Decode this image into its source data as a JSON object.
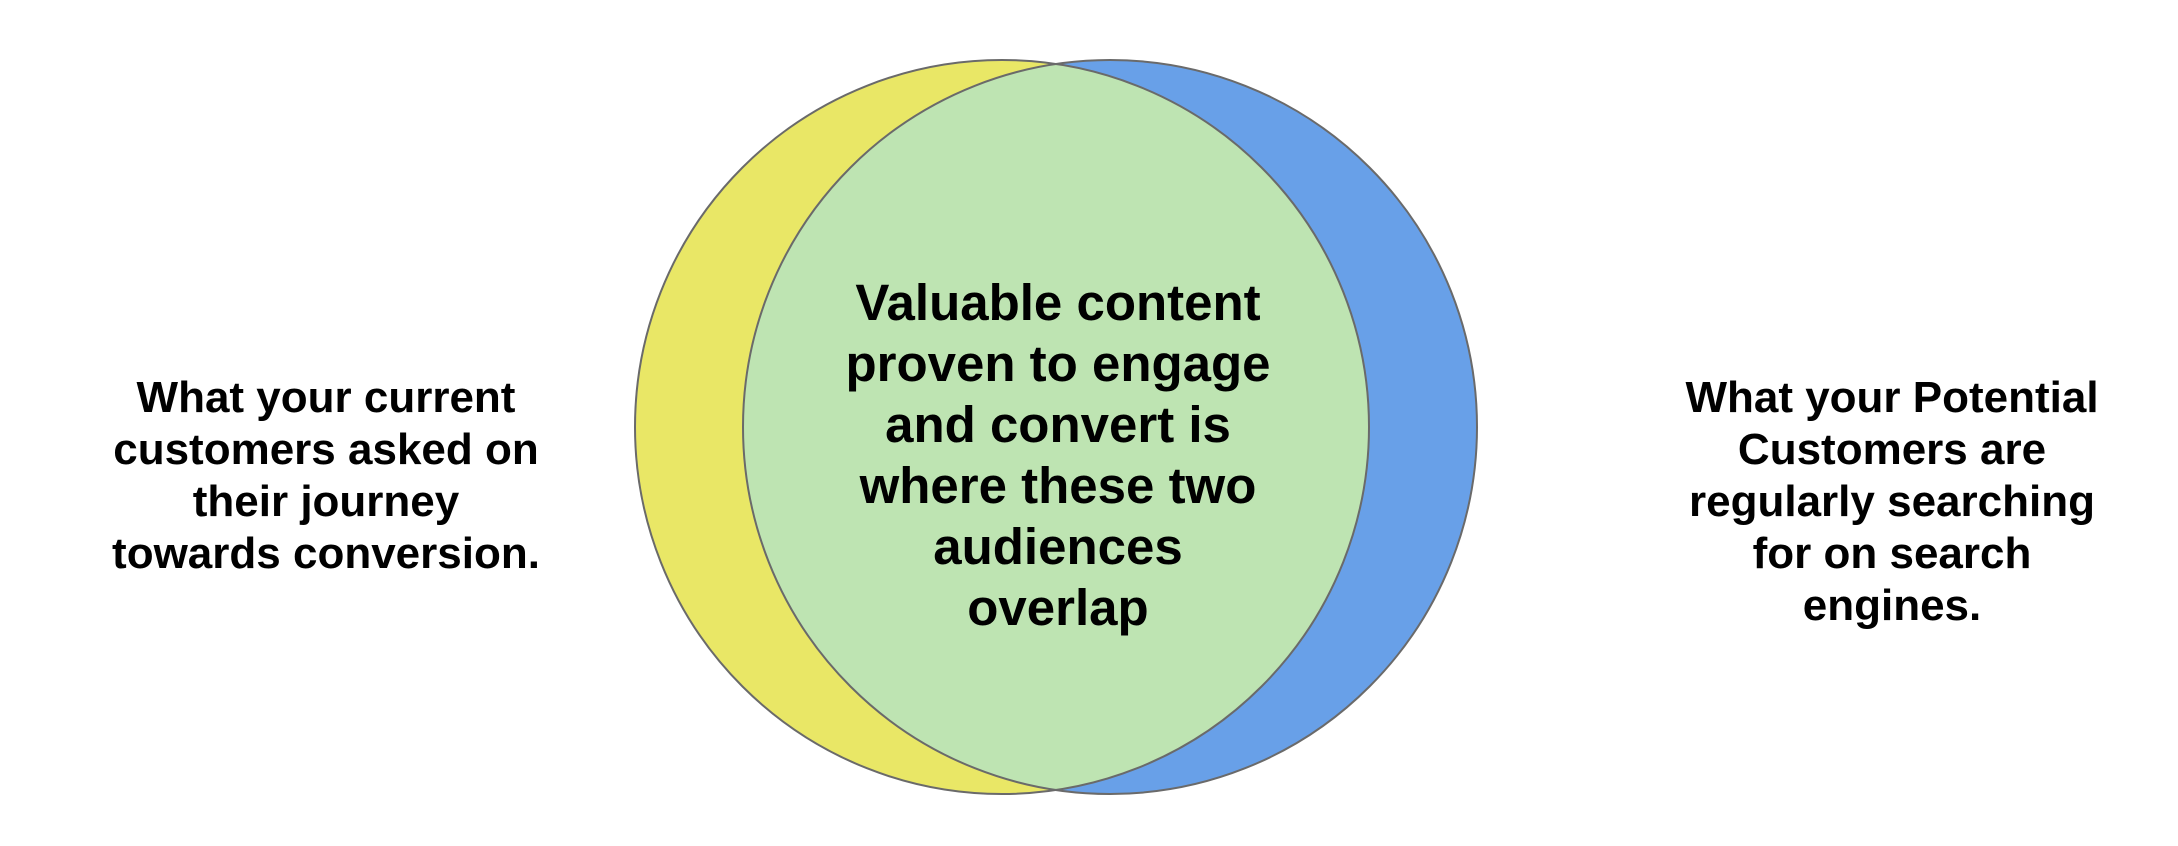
{
  "diagram": {
    "type": "venn-2-circle",
    "background_color": "#ffffff",
    "outline_color": "#6a6a6a",
    "text_color": "#000000",
    "left_circle": {
      "fill": "#e9e766",
      "caption_lines": [
        "What your current",
        "customers asked on",
        "their journey",
        "towards conversion."
      ]
    },
    "right_circle": {
      "fill": "#68a0e8",
      "caption_lines": [
        "What your Potential",
        "Customers are",
        "regularly searching",
        "for on search",
        "engines."
      ]
    },
    "overlap": {
      "fill": "#bee4b2",
      "label_lines": [
        "Valuable content",
        "proven to engage",
        "and convert is",
        "where these two",
        "audiences",
        "overlap"
      ]
    }
  }
}
